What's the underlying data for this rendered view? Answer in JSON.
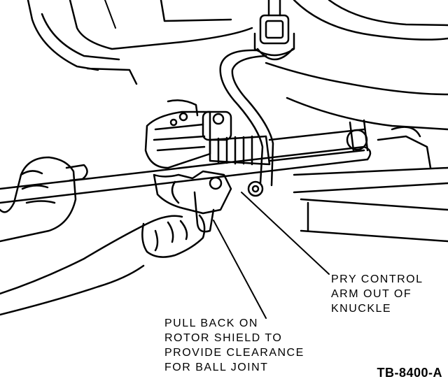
{
  "callouts": {
    "pry_control_arm": [
      "PRY CONTROL",
      "ARM OUT OF",
      "KNUCKLE"
    ],
    "pull_back_shield": [
      "PULL BACK ON",
      "ROTOR SHIELD TO",
      "PROVIDE CLEARANCE",
      "FOR BALL JOINT"
    ]
  },
  "figure_id": "TB-8400-A",
  "colors": {
    "ink": "#000000",
    "paper": "#ffffff"
  }
}
